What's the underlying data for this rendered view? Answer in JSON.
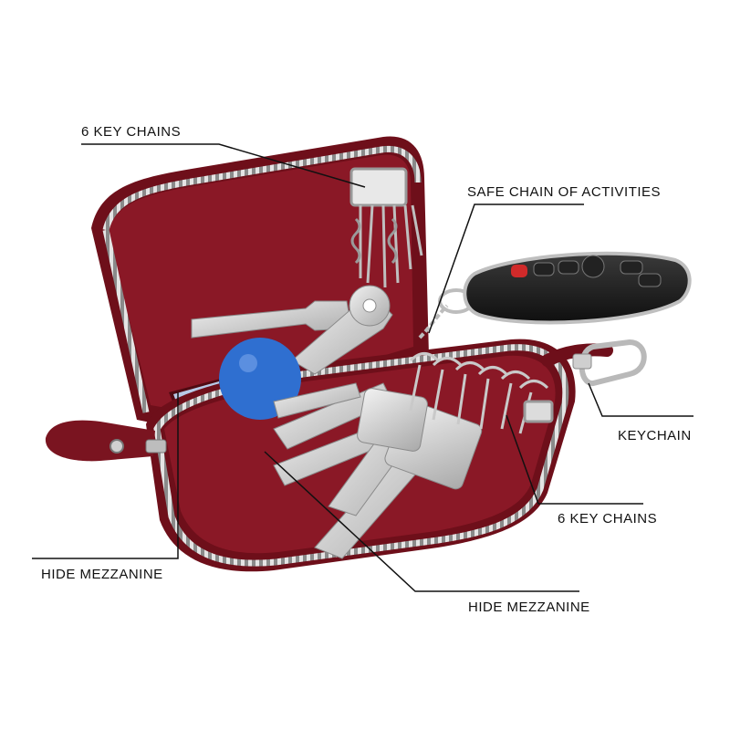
{
  "image": {
    "subject": "Open red leather zip-around key wallet holding keys, a car remote fob and a folded banknote, with callout labels",
    "colors": {
      "leather": "#7e1420",
      "leather_dark": "#5a0c15",
      "leather_light": "#9b2330",
      "zipper": "#c9c9c9",
      "metal": "#d7d7d7",
      "key_blue": "#2f6fd0",
      "background": "#ffffff"
    }
  },
  "callouts": {
    "key_chains_top": "6 KEY CHAINS",
    "safe_chain": "SAFE CHAIN OF ACTIVITIES",
    "keychain": "KEYCHAIN",
    "key_chains_bottom": "6 KEY CHAINS",
    "hide_mezzanine_left": "HIDE MEZZANINE",
    "hide_mezzanine_bottom": "HIDE MEZZANINE"
  }
}
